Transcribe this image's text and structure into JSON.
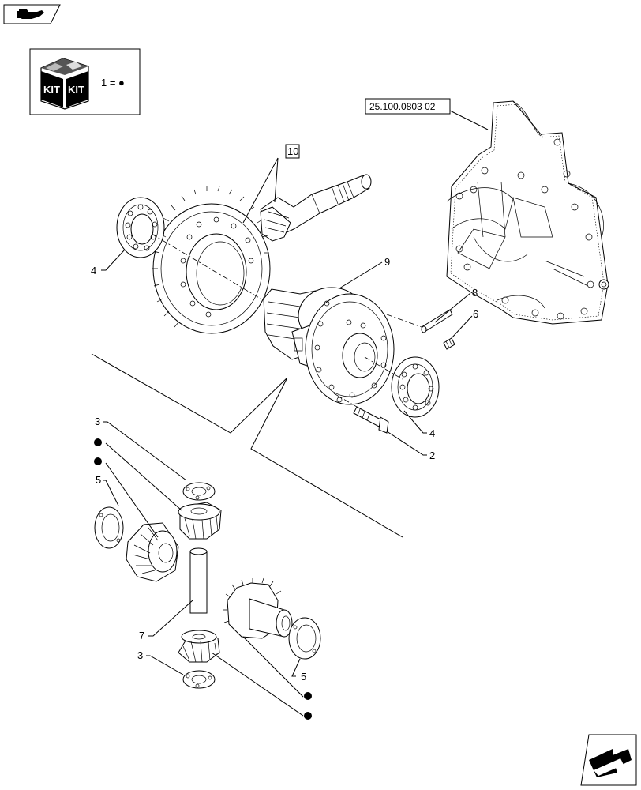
{
  "header": {
    "nav_icon": "hand-pointer-icon"
  },
  "kit_legend": {
    "icon": "kit-box-icon",
    "kit_text_left": "KIT",
    "kit_text_right": "KIT",
    "equation": "1 = ●"
  },
  "reference_box": "25.100.0803 02",
  "callouts": {
    "c10": "10",
    "c4_top": "4",
    "c9": "9",
    "c8": "8",
    "c6": "6",
    "c4_right": "4",
    "c2": "2",
    "c3_top": "3",
    "c5_left": "5",
    "c7": "7",
    "c3_bottom": "3",
    "c5_right": "5",
    "kit_dot": "●"
  },
  "footer": {
    "next_icon": "arrow-next-icon"
  }
}
